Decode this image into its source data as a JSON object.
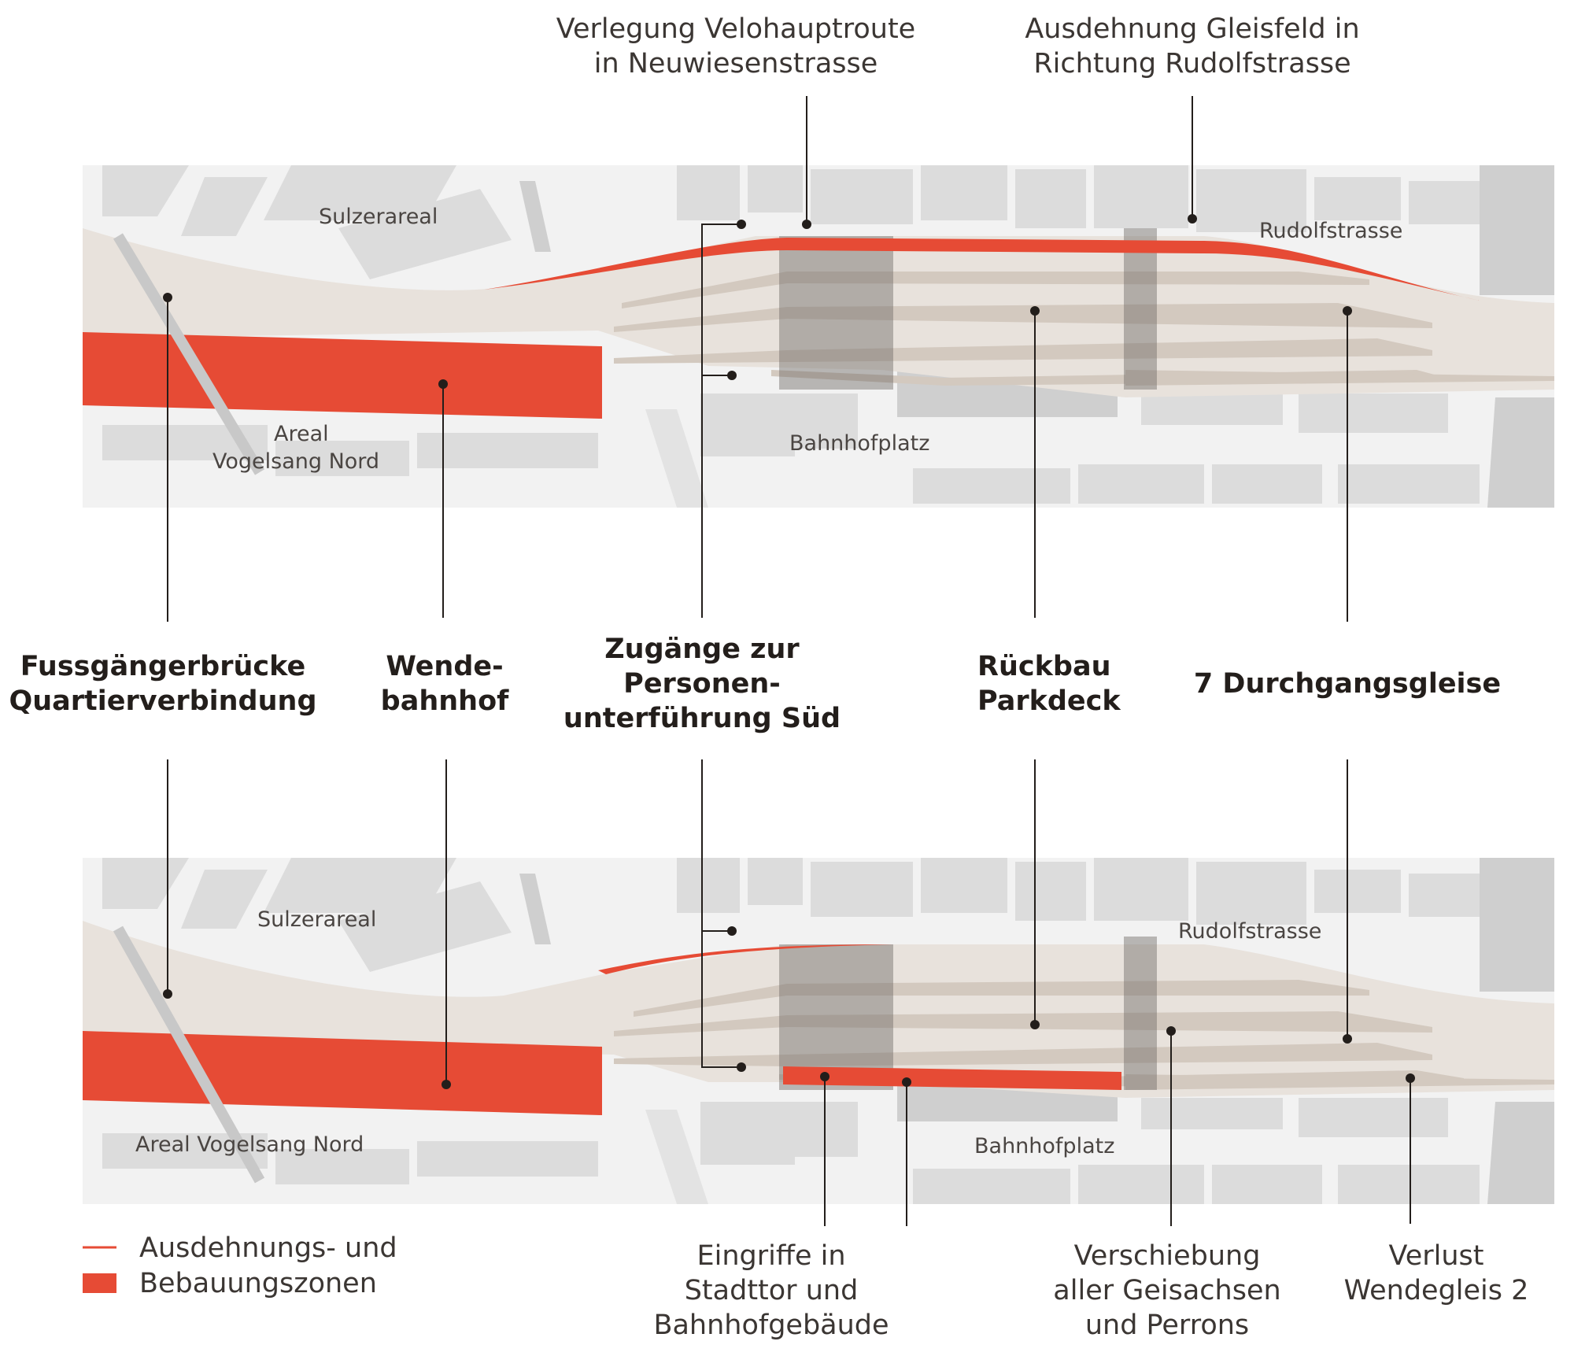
{
  "annotations_top": {
    "velo_line1": "Verlegung Velohauptroute",
    "velo_line2": "in Neuwiesenstrasse",
    "gleis_line1": "Ausdehnung Gleisfeld in",
    "gleis_line2": "Richtung Rudolfstrasse"
  },
  "map_top_labels": {
    "sulzer": "Sulzerareal",
    "rudolf": "Rudolfstrasse",
    "areal_line1": "Areal",
    "areal_line2": "Vogelsang Nord",
    "bahnhofplatz": "Bahnhofplatz"
  },
  "categories": {
    "fuss_line1": "Fussgängerbrücke",
    "fuss_line2": "Quartierverbindung",
    "wende_line1": "Wende-",
    "wende_line2": "bahnhof",
    "zugang_line1": "Zugänge zur",
    "zugang_line2": "Personen-",
    "zugang_line3": "unterführung Süd",
    "rueck_line1": "Rückbau",
    "rueck_line2": "Parkdeck",
    "gleise": "7 Durchgangsgleise"
  },
  "map_bottom_labels": {
    "sulzer": "Sulzerareal",
    "rudolf": "Rudolfstrasse",
    "areal": "Areal Vogelsang Nord",
    "bahnhofplatz": "Bahnhofplatz"
  },
  "annotations_bottom": {
    "eingriffe_line1": "Eingriffe in",
    "eingriffe_line2": "Stadttor und",
    "eingriffe_line3": "Bahnhofgebäude",
    "verschiebung_line1": "Verschiebung",
    "verschiebung_line2": "aller Geisachsen",
    "verschiebung_line3": "und Perrons",
    "verlust_line1": "Verlust",
    "verlust_line2": "Wendegleis 2"
  },
  "legend": {
    "line1": "Ausdehnungs- und",
    "line2": "Bebauungszonen",
    "color": "#e64b35"
  },
  "colors": {
    "accent_red": "#e64b35",
    "rail_area": "#e8e2dc",
    "buildings": "#dcdcdc"
  }
}
